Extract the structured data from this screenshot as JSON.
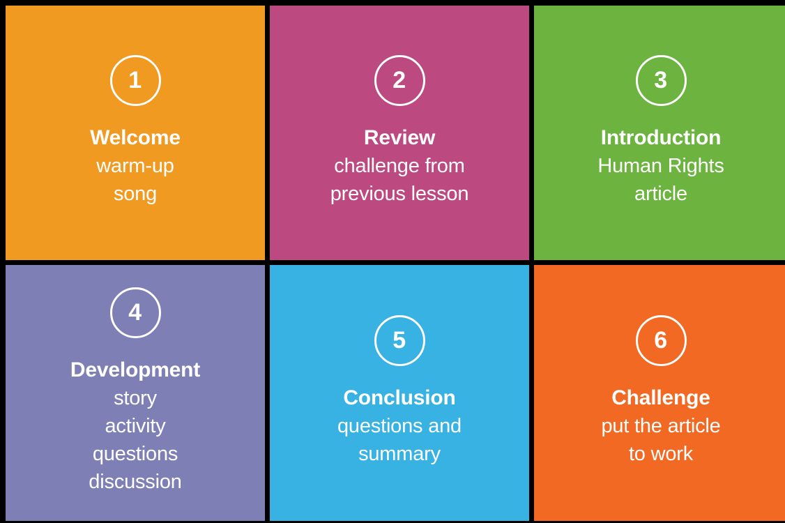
{
  "layout": {
    "columns": 3,
    "rows": 2,
    "background": "#000000",
    "text_color": "#ffffff"
  },
  "cells": [
    {
      "number": "1",
      "title": "Welcome",
      "lines": [
        "warm-up",
        "song"
      ],
      "color": "#F09A22",
      "name": "welcome"
    },
    {
      "number": "2",
      "title": "Review",
      "lines": [
        "challenge from",
        "previous lesson"
      ],
      "color": "#BC4980",
      "name": "review"
    },
    {
      "number": "3",
      "title": "Introduction",
      "lines": [
        "Human Rights",
        "article"
      ],
      "color": "#6CB33F",
      "name": "introduction"
    },
    {
      "number": "4",
      "title": "Development",
      "lines": [
        "story",
        "activity",
        "questions",
        "discussion"
      ],
      "color": "#7E80B5",
      "name": "development"
    },
    {
      "number": "5",
      "title": "Conclusion",
      "lines": [
        "questions and",
        "summary"
      ],
      "color": "#38B1E3",
      "name": "conclusion"
    },
    {
      "number": "6",
      "title": "Challenge",
      "lines": [
        "put the article",
        "to work"
      ],
      "color": "#F16922",
      "name": "challenge"
    }
  ]
}
